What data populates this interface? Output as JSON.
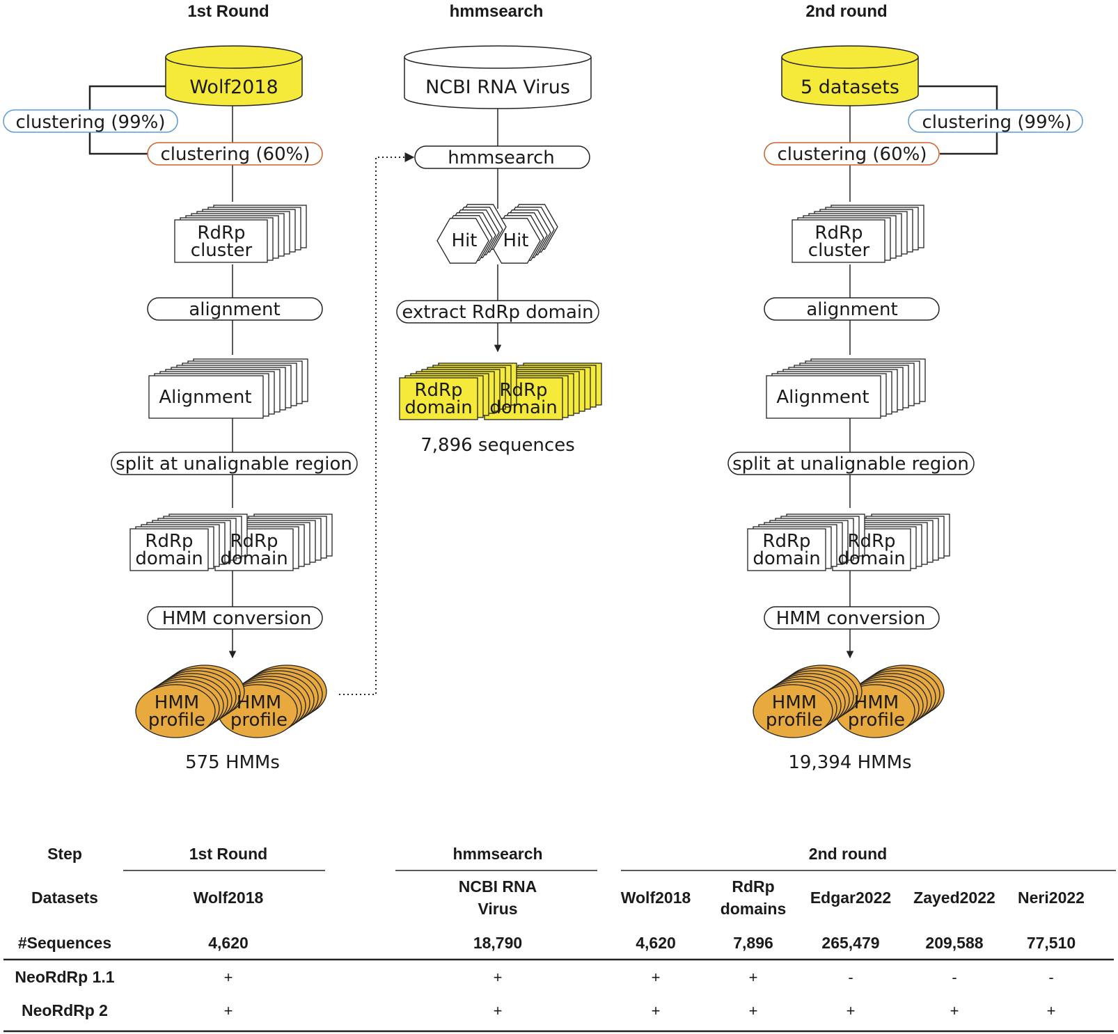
{
  "headers": {
    "round1": "1st Round",
    "hmmsearch": "hmmsearch",
    "round2": "2nd round"
  },
  "round1": {
    "db": "Wolf2018",
    "clustering99": "clustering (99%)",
    "clustering60": "clustering (60%)",
    "cluster_line1": "RdRp",
    "cluster_line2": "cluster",
    "alignment_step": "alignment",
    "alignment_box": "Alignment",
    "split_step": "split at unalignable region",
    "domain_line1": "RdRp",
    "domain_line2": "domain",
    "hmm_step": "HMM conversion",
    "hmm_line1": "HMM",
    "hmm_line2": "profile",
    "count": "575 HMMs"
  },
  "middle": {
    "db": "NCBI RNA Virus",
    "search_step": "hmmsearch",
    "hit": "Hit",
    "extract_step": "extract RdRp domain",
    "domain_line1": "RdRp",
    "domain_line2": "domain",
    "count": "7,896 sequences"
  },
  "round2": {
    "db": "5 datasets",
    "clustering99": "clustering (99%)",
    "clustering60": "clustering (60%)",
    "cluster_line1": "RdRp",
    "cluster_line2": "cluster",
    "alignment_step": "alignment",
    "alignment_box": "Alignment",
    "split_step": "split at unalignable region",
    "domain_line1": "RdRp",
    "domain_line2": "domain",
    "hmm_step": "HMM conversion",
    "hmm_line1": "HMM",
    "hmm_line2": "profile",
    "count": "19,394 HMMs"
  },
  "table": {
    "step_label": "Step",
    "datasets_label": "Datasets",
    "sequences_label": "#Sequences",
    "groups": {
      "round1": "1st Round",
      "hmmsearch": "hmmsearch",
      "round2": "2nd round"
    },
    "columns": [
      {
        "line1": "Wolf2018",
        "line2": "",
        "count": "4,620"
      },
      {
        "line1": "NCBI RNA",
        "line2": "Virus",
        "count": "18,790"
      },
      {
        "line1": "Wolf2018",
        "line2": "",
        "count": "4,620"
      },
      {
        "line1": "RdRp",
        "line2": "domains",
        "count": "7,896"
      },
      {
        "line1": "Edgar2022",
        "line2": "",
        "count": "265,479"
      },
      {
        "line1": "Zayed2022",
        "line2": "",
        "count": "209,588"
      },
      {
        "line1": "Neri2022",
        "line2": "",
        "count": "77,510"
      }
    ],
    "rows": [
      {
        "name": "NeoRdRp 1.1",
        "cells": [
          "+",
          "+",
          "+",
          "+",
          "-",
          "-",
          "-"
        ]
      },
      {
        "name": "NeoRdRp 2",
        "cells": [
          "+",
          "+",
          "+",
          "+",
          "+",
          "+",
          "+"
        ]
      }
    ]
  },
  "colors": {
    "db_fill": "#f5e93a",
    "hmm_fill": "#e8a93e",
    "clustering99_border": "#5b9bd5",
    "clustering60_border": "#d0602a",
    "stroke": "#222222"
  }
}
